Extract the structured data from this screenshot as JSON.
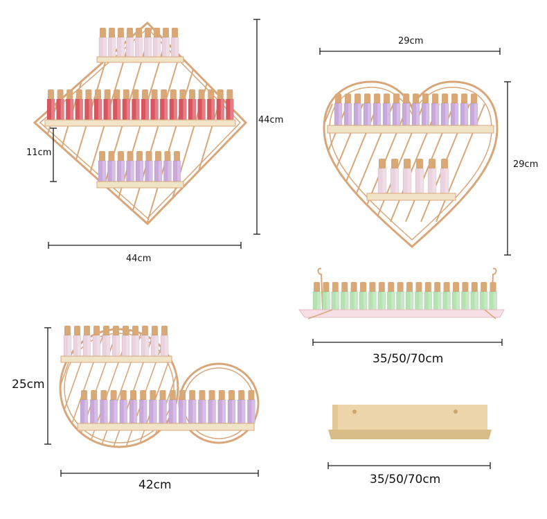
{
  "dimensions": {
    "diamond_height": "44cm",
    "diamond_width": "44cm",
    "diamond_shelf_gap": "11cm",
    "heart_width": "29cm",
    "heart_height": "29cm",
    "straight_shelf_length": "35/50/70cm",
    "circle_height": "25cm",
    "circle_width": "42cm",
    "plain_shelf_length": "35/50/70cm"
  },
  "colors": {
    "frame_gold": "#d9a679",
    "shelf_cream": "#f1e3c6",
    "dim_line": "#1a1a1a",
    "bottle_pink": "#ead3df",
    "bottle_red": "#d9555f",
    "bottle_lilac": "#c9a9dc",
    "bottle_mint": "#b6e2b2",
    "cap_gold": "#d8a877"
  }
}
